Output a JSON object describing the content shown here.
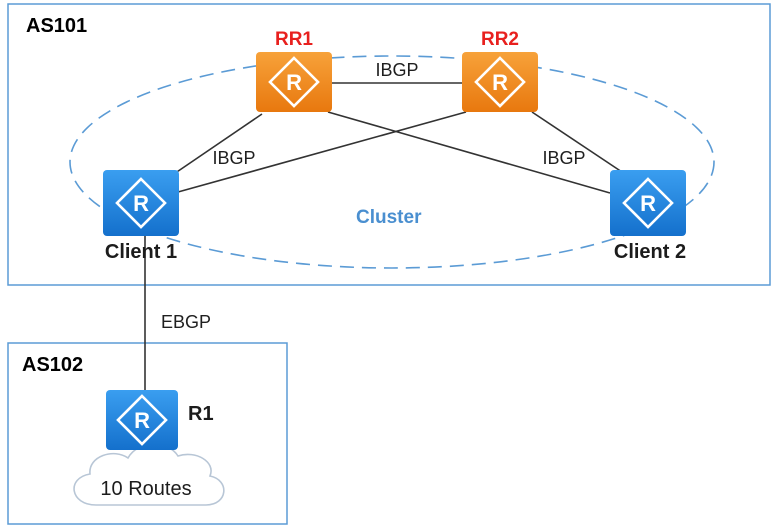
{
  "areas": {
    "as101": {
      "label": "AS101"
    },
    "as102": {
      "label": "AS102"
    }
  },
  "cluster": {
    "label": "Cluster"
  },
  "routers": {
    "rr1": {
      "label": "RR1",
      "color": "#f08a1e"
    },
    "rr2": {
      "label": "RR2",
      "color": "#f08a1e"
    },
    "client1": {
      "label": "Client 1",
      "color": "#1c86e0"
    },
    "client2": {
      "label": "Client 2",
      "color": "#1c86e0"
    },
    "r1": {
      "label": "R1",
      "color": "#1c86e0"
    }
  },
  "links": {
    "rr1_rr2": {
      "label": "IBGP"
    },
    "rr_client_left": {
      "label": "IBGP"
    },
    "rr_client_right": {
      "label": "IBGP"
    },
    "client1_r1": {
      "label": "EBGP"
    }
  },
  "cloud": {
    "label": "10 Routes"
  },
  "colors": {
    "area_border": "#5b9bd5",
    "cluster_border": "#5b9bd5",
    "label_accent": "#e8201e"
  }
}
